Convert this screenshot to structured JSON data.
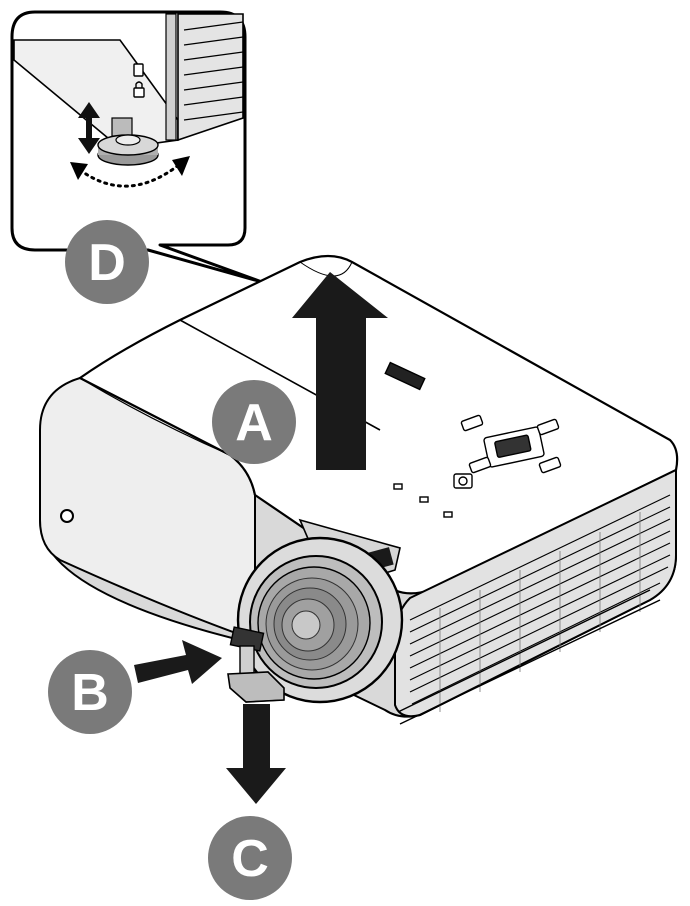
{
  "labels": {
    "a": "A",
    "b": "B",
    "c": "C",
    "d": "D"
  },
  "colors": {
    "badge": "#7a7a7a",
    "badge_text": "#ffffff",
    "arrow": "#1a1a1a",
    "line": "#000000",
    "background": "#ffffff"
  },
  "icons": {
    "inset": [
      "adjuster-foot-icon",
      "vertical-double-arrow-icon",
      "rotate-dotted-arrow-icon",
      "lock-icon"
    ],
    "main": [
      "projector-icon",
      "lens-icon",
      "elevator-foot-icon",
      "control-panel-icon"
    ]
  }
}
